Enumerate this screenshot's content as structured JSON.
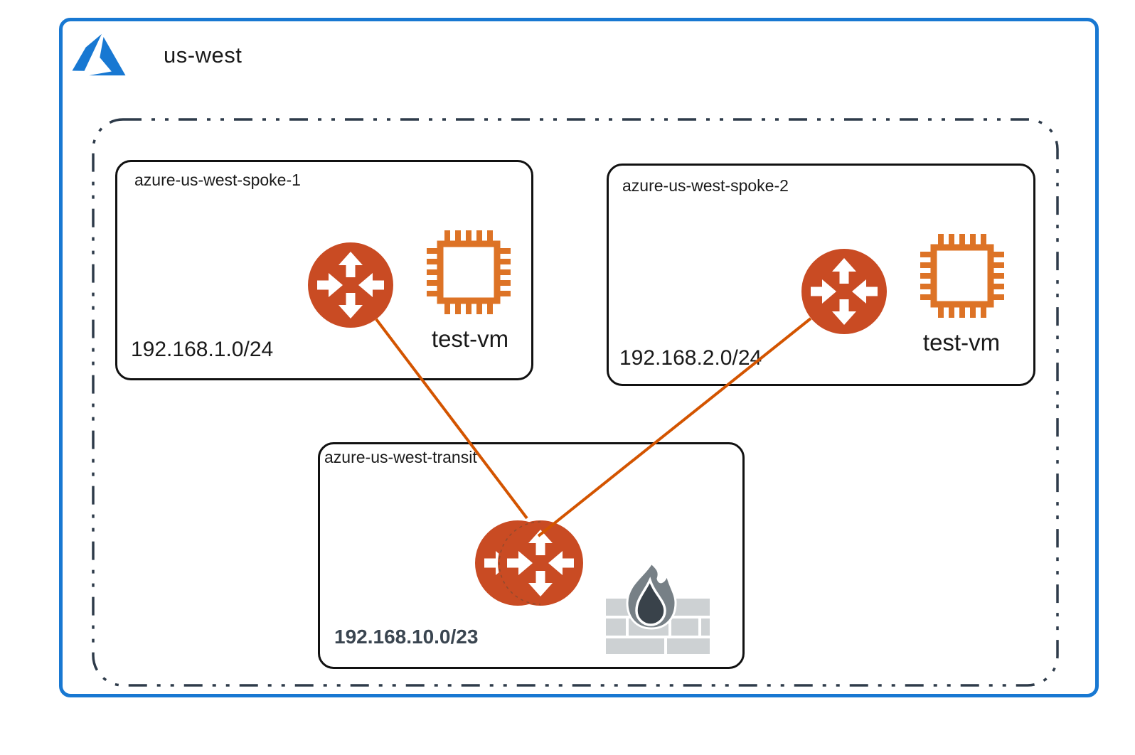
{
  "diagram": {
    "cloud_label": "us-west",
    "region": {
      "spokes": [
        {
          "title": "azure-us-west-spoke-1",
          "subnet": "192.168.1.0/24",
          "vm_label": "test-vm",
          "icons": [
            "router-icon",
            "vm-chip-icon"
          ]
        },
        {
          "title": "azure-us-west-spoke-2",
          "subnet": "192.168.2.0/24",
          "vm_label": "test-vm",
          "icons": [
            "router-icon",
            "vm-chip-icon"
          ]
        }
      ],
      "transit": {
        "title": "azure-us-west-transit",
        "subnet": "192.168.10.0/23",
        "icons": [
          "router-icon",
          "router-icon",
          "firewall-icon"
        ]
      },
      "connections": [
        {
          "from": "azure-us-west-spoke-1",
          "to": "azure-us-west-transit"
        },
        {
          "from": "azure-us-west-spoke-2",
          "to": "azure-us-west-transit"
        }
      ]
    },
    "colors": {
      "frame_blue": "#1878D2",
      "router_orange": "#C94B23",
      "chip_orange": "#DD7326",
      "link_orange": "#D35400",
      "region_dash": "#2E3B4A",
      "box_border": "#111111",
      "transit_subnet_text": "#3A4550",
      "firewall_brick": "#CDD1D3",
      "firewall_flame_outer": "#778086",
      "firewall_flame_inner": "#39424A"
    }
  }
}
